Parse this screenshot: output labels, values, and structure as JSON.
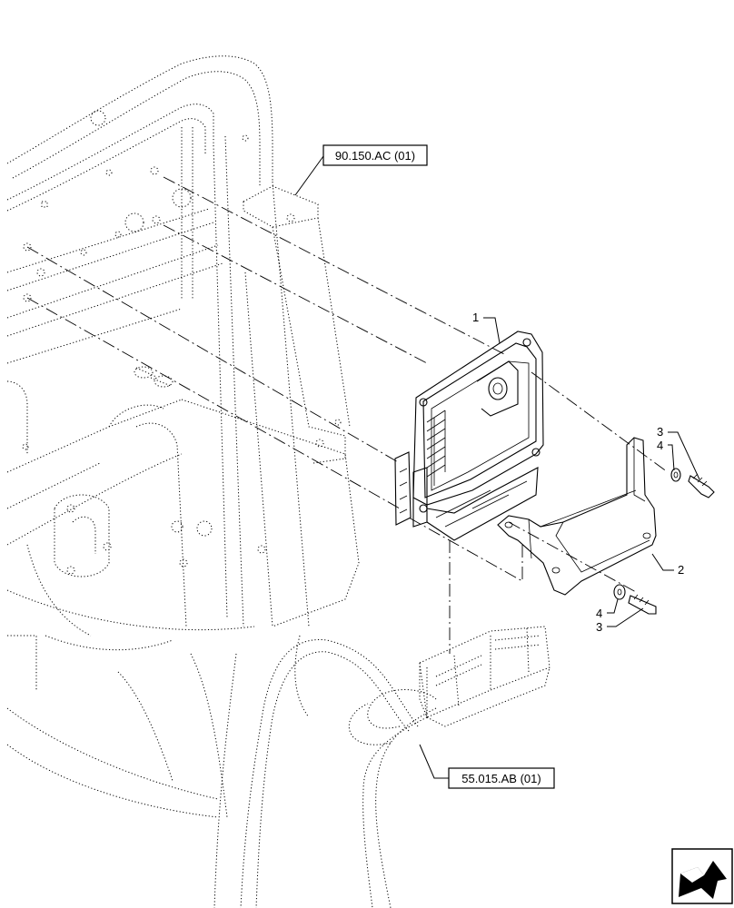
{
  "references": {
    "top_ref": "90.150.AC (01)",
    "bottom_ref": "55.015.AB (01)"
  },
  "callouts": {
    "ecu": "1",
    "bracket": "2",
    "bolt_upper": "3",
    "washer_upper": "4",
    "washer_lower": "4",
    "bolt_lower": "3"
  },
  "nav_icon": "next-page-arrow-icon"
}
